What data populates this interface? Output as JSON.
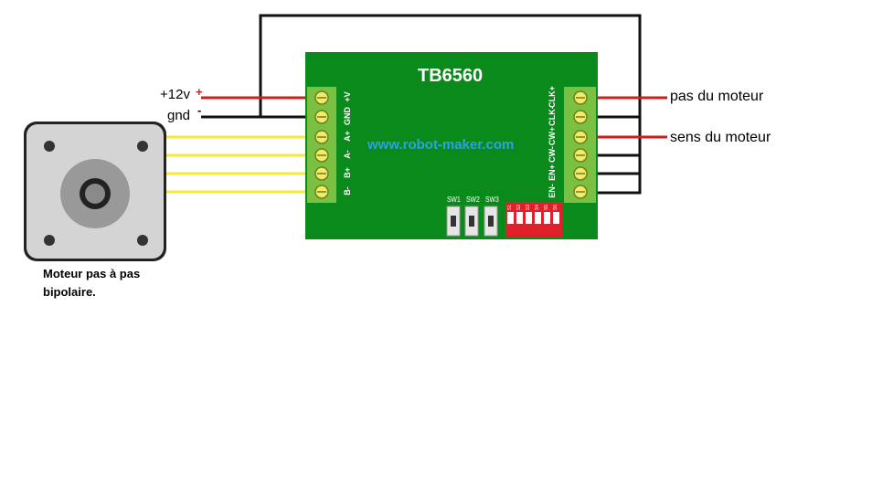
{
  "board": {
    "title": "TB6560",
    "url": "www.robot-maker.com",
    "left_terminals": [
      "+V",
      "GND",
      "A+",
      "A-",
      "B+",
      "B-"
    ],
    "right_terminals": [
      "CLK+",
      "CLK-",
      "CW+",
      "CW-",
      "EN+",
      "EN-"
    ],
    "switches": [
      "SW1",
      "SW2",
      "SW3"
    ],
    "dip_switches": [
      "S1",
      "S2",
      "S3",
      "S4",
      "S5",
      "S6"
    ]
  },
  "power": {
    "v12_label": "+12v",
    "v12_sign": "+",
    "gnd_label": "gnd",
    "gnd_sign": "-"
  },
  "signals": {
    "step_label": "pas du moteur",
    "dir_label": "sens du moteur"
  },
  "motor": {
    "caption_line1": "Moteur pas à pas",
    "caption_line2": "bipolaire."
  },
  "colors": {
    "board": "#0b8a1c",
    "terminal": "#7ac143",
    "red_wire": "#cc1e1e",
    "black_wire": "#111111",
    "yellow_wire": "#f5e83a",
    "motor_body": "#d4d4d4",
    "dip_block": "#e0202a",
    "url": "#2aa3e0"
  }
}
